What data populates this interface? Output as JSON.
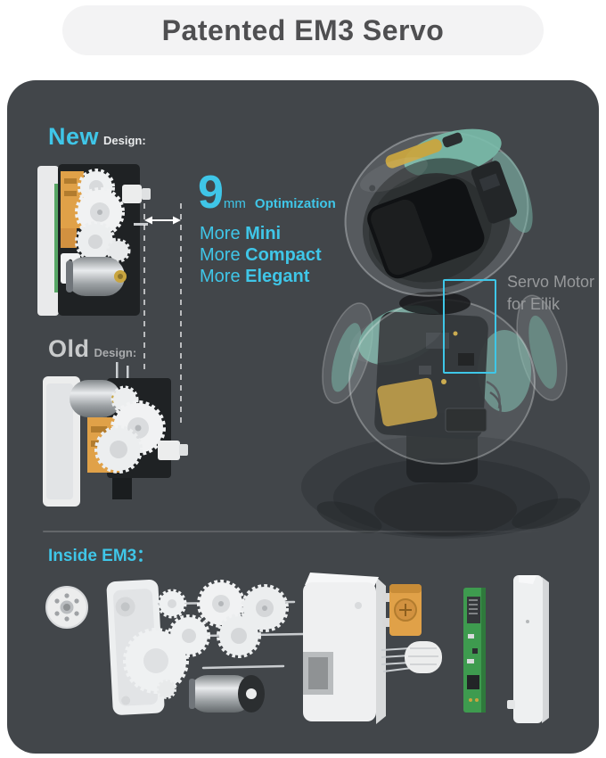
{
  "header": {
    "title": "Patented EM3 Servo"
  },
  "panel": {
    "new_label": {
      "word": "New",
      "suffix": "Design:"
    },
    "old_label": {
      "word": "Old",
      "suffix": "Design:"
    },
    "optimization": {
      "number": "9",
      "unit": "mm",
      "label": "Optimization"
    },
    "benefits": [
      {
        "prefix": "More ",
        "emphasis": "Mini"
      },
      {
        "prefix": "More ",
        "emphasis": "Compact"
      },
      {
        "prefix": "More ",
        "emphasis": "Elegant"
      }
    ],
    "servo_note": {
      "line1": "Servo Motor",
      "line2": "for Eilik"
    },
    "inside_label": "Inside EM3："
  },
  "colors": {
    "accent_cyan": "#3FC6E8",
    "panel_background": "#42464A",
    "robot_teal": "#7ABCAB",
    "component_orange": "#E0A148",
    "pcb_green": "#3E9B4F",
    "header_text": "#4F4F51"
  },
  "illustrations": {
    "new_servo": "new-servo-gearbox-render",
    "old_servo": "old-servo-gearbox-render",
    "robot": "eilik-robot-transparent-render",
    "size_comparison": "9mm-width-comparison-dashes",
    "exploded_parts": [
      "servo-horn",
      "gearbox-housing",
      "gear-train",
      "dc-motor",
      "servo-case",
      "potentiometer",
      "pin-gear",
      "control-pcb",
      "back-cover"
    ]
  }
}
